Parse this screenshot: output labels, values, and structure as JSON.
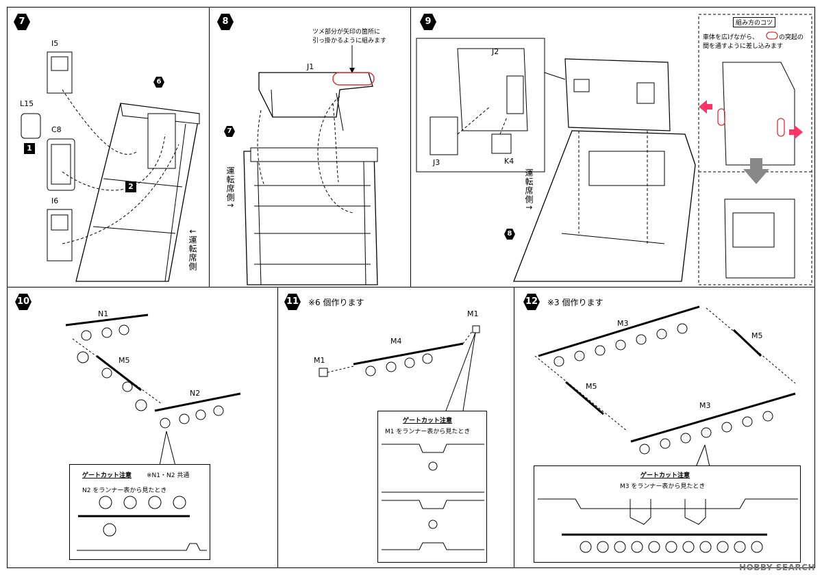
{
  "steps": {
    "s7": {
      "num": "7",
      "parts": {
        "i5": "I5",
        "l15": "L15",
        "c8": "C8",
        "i6": "I6"
      },
      "markers": {
        "m1": "1",
        "m2": "2",
        "m6": "6"
      },
      "side": "↓運転席側"
    },
    "s8": {
      "num": "8",
      "note_line1": "ツメ部分が矢印の箇所に",
      "note_line2": "引っ掛かるように組みます",
      "part": "J1",
      "marker7": "7",
      "side": "運転席側↑"
    },
    "s9": {
      "num": "9",
      "parts": {
        "j2": "J2",
        "j3": "J3",
        "k4": "K4"
      },
      "marker8": "8",
      "side": "運転席側↑",
      "tip_title": "組み方のコツ",
      "tip_line1a": "車体を広げながら、",
      "tip_line1b": "の突起の",
      "tip_line2": "間を通すように差し込みます"
    },
    "s10": {
      "num": "10",
      "parts": {
        "n1": "N1",
        "m5": "M5",
        "n2": "N2"
      },
      "gate_title": "ゲートカット注意",
      "gate_common": "※N1・N2 共通",
      "gate_view": "N2 をランナー表から見たとき"
    },
    "s11": {
      "num": "11",
      "qty": "※6 個作ります",
      "parts": {
        "m1a": "M1",
        "m4": "M4",
        "m1b": "M1"
      },
      "gate_title": "ゲートカット注意",
      "gate_view": "M1 をランナー表から見たとき"
    },
    "s12": {
      "num": "12",
      "qty": "※3 個作ります",
      "parts": {
        "m3a": "M3",
        "m5a": "M5",
        "m5b": "M5",
        "m3b": "M3"
      },
      "gate_title": "ゲートカット注意",
      "gate_view": "M3 をランナー表から見たとき"
    }
  },
  "watermark": "HOBBY SEARCH"
}
